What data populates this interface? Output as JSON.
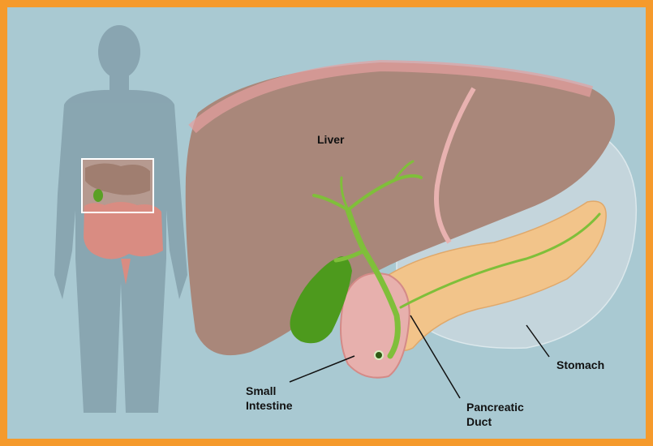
{
  "labels": {
    "liver": "Liver",
    "stomach": "Stomach",
    "small_intestine": "Small\nIntestine",
    "pancreatic_duct": "Pancreatic\nDuct"
  },
  "colors": {
    "frame": "#f59a2c",
    "background": "#a9c9d2",
    "liver": "#a9877a",
    "gallbladder": "#4d9a1d",
    "pancreas": "#f2c48a",
    "bile_duct": "#7fbf3a"
  }
}
